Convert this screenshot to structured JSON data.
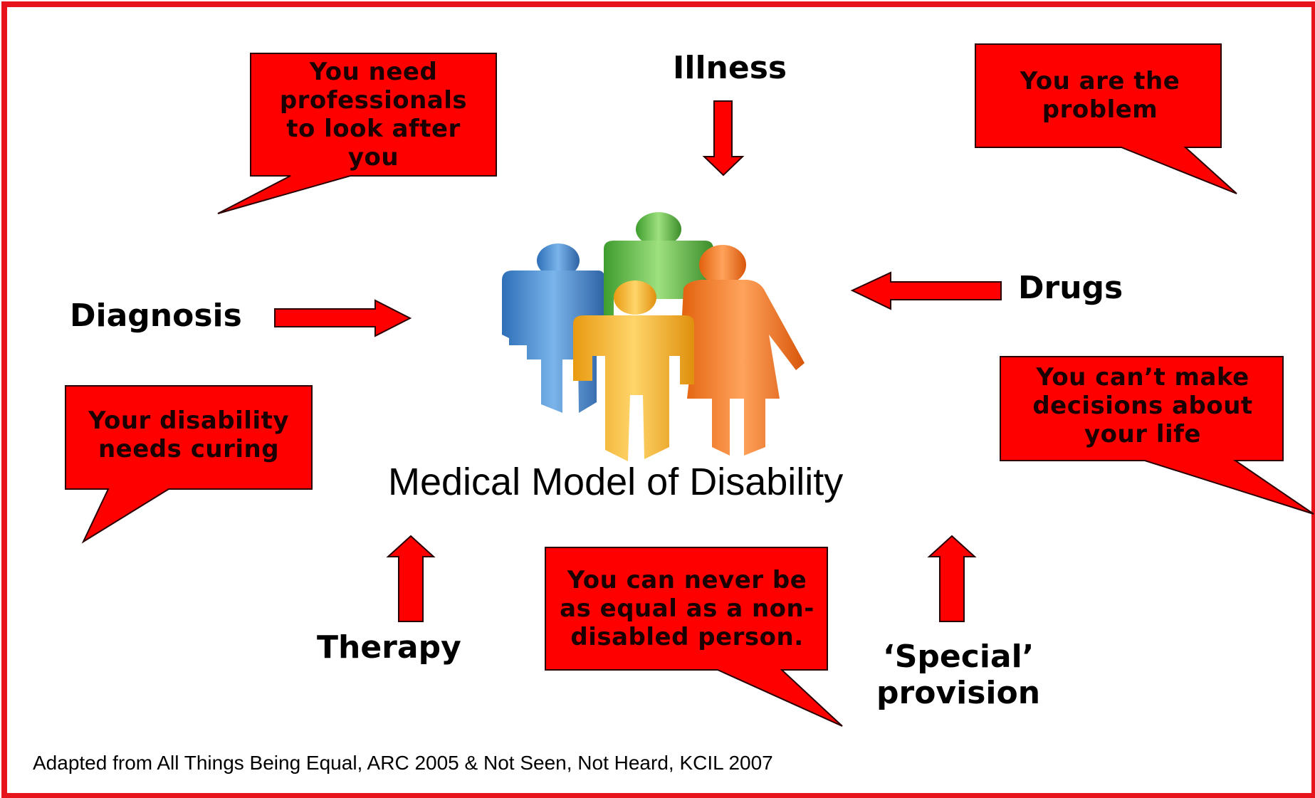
{
  "title": "Medical Model of Disability",
  "labels": {
    "illness": "Illness",
    "diagnosis": "Diagnosis",
    "drugs": "Drugs",
    "therapy": "Therapy",
    "special_provision_line1": "‘Special’",
    "special_provision_line2": "provision"
  },
  "bubbles": {
    "professionals": "You need professionals to look after you",
    "problem": "You are the problem",
    "curing": "Your disability needs curing",
    "decisions": "You can’t make decisions about your life",
    "equal": "You can never be as equal as a non-disabled person."
  },
  "footer": "Adapted from All Things Being Equal, ARC 2005 & Not Seen, Not Heard, KCIL 2007",
  "people_icon": "people-group-icon",
  "colors": {
    "frame": "#e8141c",
    "bubble_fill": "#ff0000",
    "arrow_fill": "#ff0000",
    "person_blue": "#4d8fd0",
    "person_green": "#6cc24a",
    "person_orange": "#f07a22",
    "person_yellow": "#f5b324"
  }
}
